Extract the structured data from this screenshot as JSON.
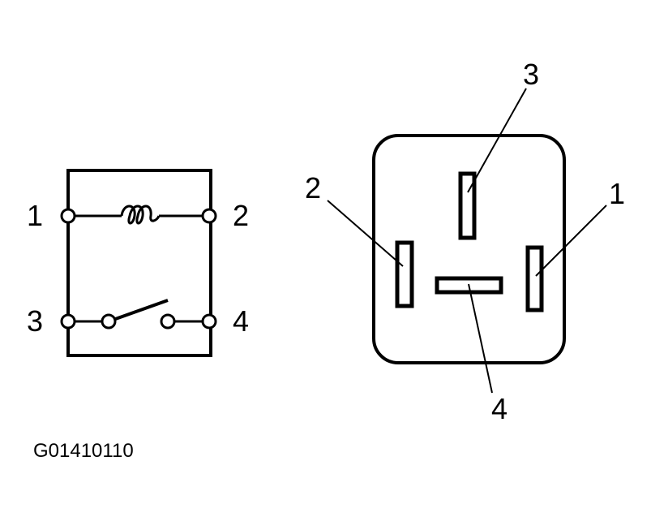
{
  "schematic": {
    "pins": {
      "p1": "1",
      "p2": "2",
      "p3": "3",
      "p4": "4"
    }
  },
  "connector": {
    "pins": {
      "p1": "1",
      "p2": "2",
      "p3": "3",
      "p4": "4"
    }
  },
  "figure_id": "G01410110"
}
